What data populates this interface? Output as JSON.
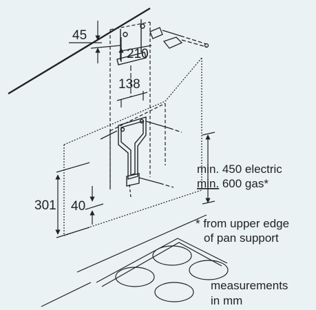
{
  "background_color": "#eaf2f3",
  "line_color": "#222222",
  "labels": {
    "dim_45": "45",
    "dim_210": "210",
    "dim_138": "138",
    "dim_301": "301",
    "dim_40": "40",
    "min_electric": "min. 450 electric",
    "min_gas_prefix": "min.",
    "min_gas_suffix": " 600 gas*",
    "footnote_line1": "* from upper edge",
    "footnote_line2": "of pan support",
    "units_line1": "measurements",
    "units_line2": "in mm"
  }
}
